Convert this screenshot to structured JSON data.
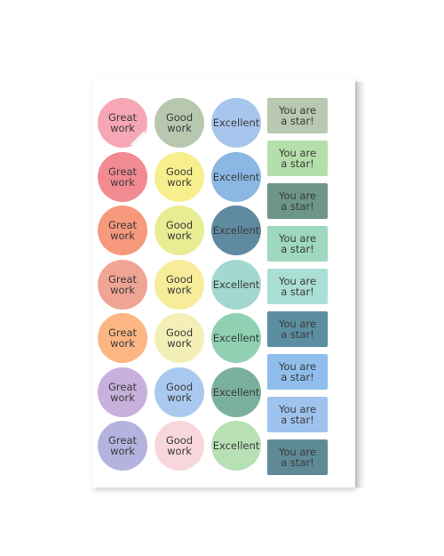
{
  "col1": [
    {
      "text": "Great\nwork",
      "color": "#f6a6b4"
    },
    {
      "text": "Great\nwork",
      "color": "#f18a91"
    },
    {
      "text": "Great\nwork",
      "color": "#f7997c"
    },
    {
      "text": "Great\nwork",
      "color": "#f0a494"
    },
    {
      "text": "Great\nwork",
      "color": "#fbb684"
    },
    {
      "text": "Great\nwork",
      "color": "#c8b0dc"
    },
    {
      "text": "Great\nwork",
      "color": "#b4b2df"
    }
  ],
  "col2": [
    {
      "text": "Good\nwork",
      "color": "#b7c8ae"
    },
    {
      "text": "Good\nwork",
      "color": "#f7ef8d"
    },
    {
      "text": "Good\nwork",
      "color": "#e8ec93"
    },
    {
      "text": "Good\nwork",
      "color": "#f6ec99"
    },
    {
      "text": "Good\nwork",
      "color": "#f4efb6"
    },
    {
      "text": "Good\nwork",
      "color": "#a9c9ee"
    },
    {
      "text": "Good\nwork",
      "color": "#f8d7dc"
    }
  ],
  "col3": [
    {
      "text": "Excellent",
      "color": "#a7c6ee"
    },
    {
      "text": "Excellent",
      "color": "#8ab7e4"
    },
    {
      "text": "Excellent",
      "color": "#5f8aa0"
    },
    {
      "text": "Excellent",
      "color": "#a3d8d0"
    },
    {
      "text": "Excellent",
      "color": "#8fd1b2"
    },
    {
      "text": "Excellent",
      "color": "#7ab09c"
    },
    {
      "text": "Excellent",
      "color": "#b8e0b5"
    }
  ],
  "col4": [
    {
      "text": "You are\na star!",
      "color": "#b9c8b0"
    },
    {
      "text": "You are\na star!",
      "color": "#b5dfaa"
    },
    {
      "text": "You are\na star!",
      "color": "#6e9688"
    },
    {
      "text": "You are\na star!",
      "color": "#9ed8bf"
    },
    {
      "text": "You are\na star!",
      "color": "#aadfd5"
    },
    {
      "text": "You are\na star!",
      "color": "#5b8ea0"
    },
    {
      "text": "You are\na star!",
      "color": "#8fbeec"
    },
    {
      "text": "You are\na star!",
      "color": "#9ec3ee"
    },
    {
      "text": "You are\na star!",
      "color": "#5e8a96"
    }
  ]
}
